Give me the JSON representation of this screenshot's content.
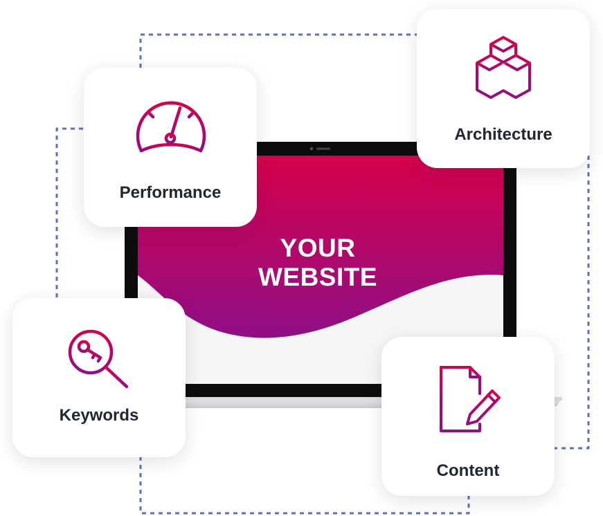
{
  "screen": {
    "line1": "YOUR",
    "line2": "WEBSITE"
  },
  "cards": {
    "performance": {
      "label": "Performance",
      "icon": "speedometer-icon"
    },
    "architecture": {
      "label": "Architecture",
      "icon": "cubes-icon"
    },
    "keywords": {
      "label": "Keywords",
      "icon": "key-search-icon"
    },
    "content": {
      "label": "Content",
      "icon": "document-edit-icon"
    }
  },
  "colors": {
    "gradient_top": "#d6004b",
    "gradient_bottom": "#8f0f86",
    "dash": "#5a6fc7",
    "label": "#222633"
  }
}
